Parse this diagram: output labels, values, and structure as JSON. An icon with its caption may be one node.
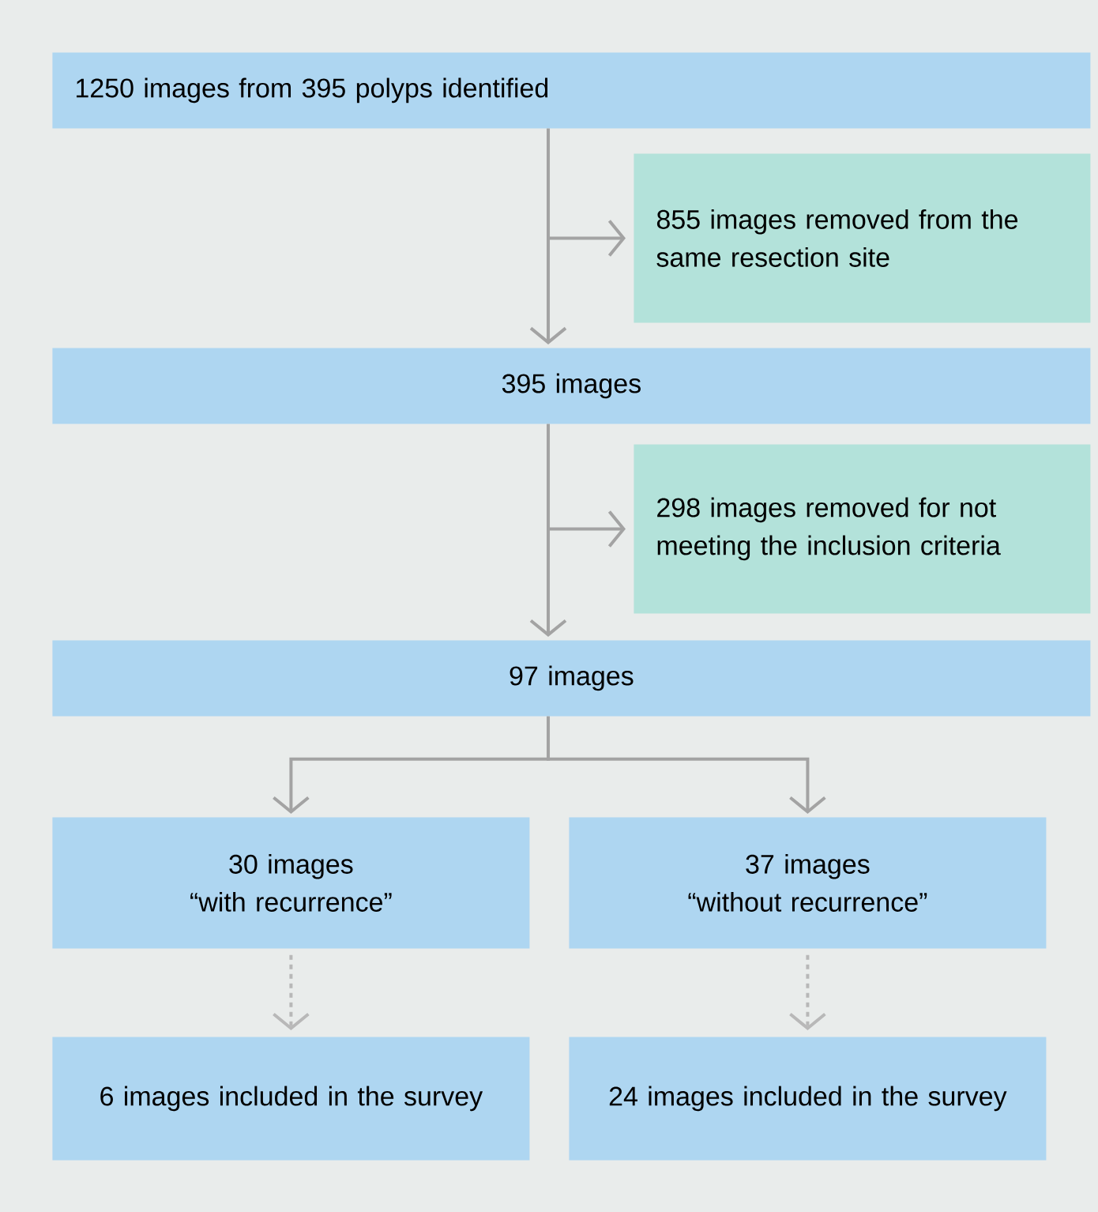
{
  "diagram": {
    "nodes": [
      {
        "text": [
          "1250 images from 395 polyps identified"
        ]
      },
      {
        "text": [
          "855 images removed from the same resection site"
        ]
      },
      {
        "text": [
          "395 images"
        ]
      },
      {
        "text": [
          "298 images removed for not meeting the inclusion criteria"
        ]
      },
      {
        "text": [
          "97 images"
        ]
      },
      {
        "text": [
          "30 images",
          "“with recurrence”"
        ]
      },
      {
        "text": [
          "37 images",
          "“without recurrence”"
        ]
      },
      {
        "text": [
          "6 images included in the survey"
        ]
      },
      {
        "text": [
          "24 images included in the survey"
        ]
      }
    ],
    "edges": [
      {
        "from": 0,
        "to": 1,
        "arrow": "to"
      },
      {
        "from": 0,
        "to": 2,
        "arrow": "to"
      },
      {
        "from": 2,
        "to": 3,
        "arrow": "to"
      },
      {
        "from": 2,
        "to": 4,
        "arrow": "to"
      },
      {
        "from": 4,
        "to": 5,
        "arrow": "to"
      },
      {
        "from": 4,
        "to": 6,
        "arrow": "to"
      },
      {
        "from": 5,
        "to": 7,
        "arrow": "to",
        "style": "dashed",
        "color": "#b8b8b8"
      },
      {
        "from": 6,
        "to": 8,
        "arrow": "to",
        "style": "dashed",
        "color": "#b8b8b8"
      }
    ]
  }
}
